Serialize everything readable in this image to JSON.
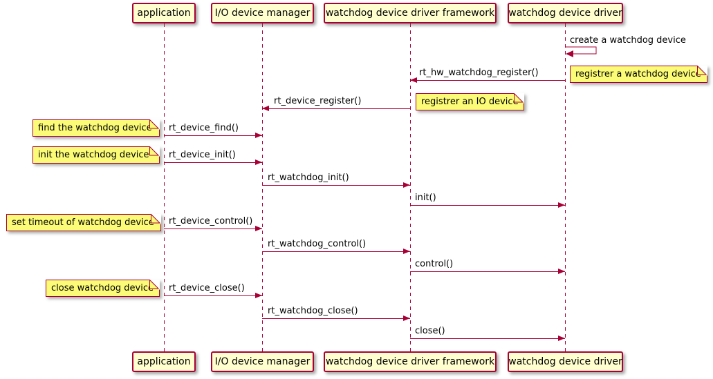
{
  "colors": {
    "accent": "#A80036",
    "participant_fill": "#FEFECE",
    "note_fill": "#FBFB77",
    "background": "#FFFFFF",
    "text": "#000000"
  },
  "participants": [
    {
      "name": "application"
    },
    {
      "name": "I/O device manager"
    },
    {
      "name": "watchdog device driver framework"
    },
    {
      "name": "watchdog device driver"
    }
  ],
  "messages": [
    {
      "label": "create a watchdog device",
      "from": "watchdog device driver",
      "to": "watchdog device driver",
      "kind": "self"
    },
    {
      "label": "rt_hw_watchdog_register()",
      "from": "watchdog device driver",
      "to": "watchdog device driver framework",
      "kind": "left"
    },
    {
      "label": "rt_device_register()",
      "from": "watchdog device driver framework",
      "to": "I/O device manager",
      "kind": "left"
    },
    {
      "label": "rt_device_find()",
      "from": "application",
      "to": "I/O device manager",
      "kind": "right"
    },
    {
      "label": "rt_device_init()",
      "from": "application",
      "to": "I/O device manager",
      "kind": "right"
    },
    {
      "label": "rt_watchdog_init()",
      "from": "I/O device manager",
      "to": "watchdog device driver framework",
      "kind": "right"
    },
    {
      "label": "init()",
      "from": "watchdog device driver framework",
      "to": "watchdog device driver",
      "kind": "right"
    },
    {
      "label": "rt_device_control()",
      "from": "application",
      "to": "I/O device manager",
      "kind": "right"
    },
    {
      "label": "rt_watchdog_control()",
      "from": "I/O device manager",
      "to": "watchdog device driver framework",
      "kind": "right"
    },
    {
      "label": "control()",
      "from": "watchdog device driver framework",
      "to": "watchdog device driver",
      "kind": "right"
    },
    {
      "label": "rt_device_close()",
      "from": "application",
      "to": "I/O device manager",
      "kind": "right"
    },
    {
      "label": "rt_watchdog_close()",
      "from": "I/O device manager",
      "to": "watchdog device driver framework",
      "kind": "right"
    },
    {
      "label": "close()",
      "from": "watchdog device driver framework",
      "to": "watchdog device driver",
      "kind": "right"
    }
  ],
  "notes": [
    {
      "text": "registrer a watchdog device",
      "attached_message": "rt_hw_watchdog_register()"
    },
    {
      "text": "registrer an IO device",
      "attached_message": "rt_device_register()"
    },
    {
      "text": "find the watchdog device",
      "attached_message": "rt_device_find()"
    },
    {
      "text": "init the watchdog device",
      "attached_message": "rt_device_init()"
    },
    {
      "text": "set timeout of watchdog device",
      "attached_message": "rt_device_control()"
    },
    {
      "text": "close watchdog device",
      "attached_message": "rt_device_close()"
    }
  ]
}
